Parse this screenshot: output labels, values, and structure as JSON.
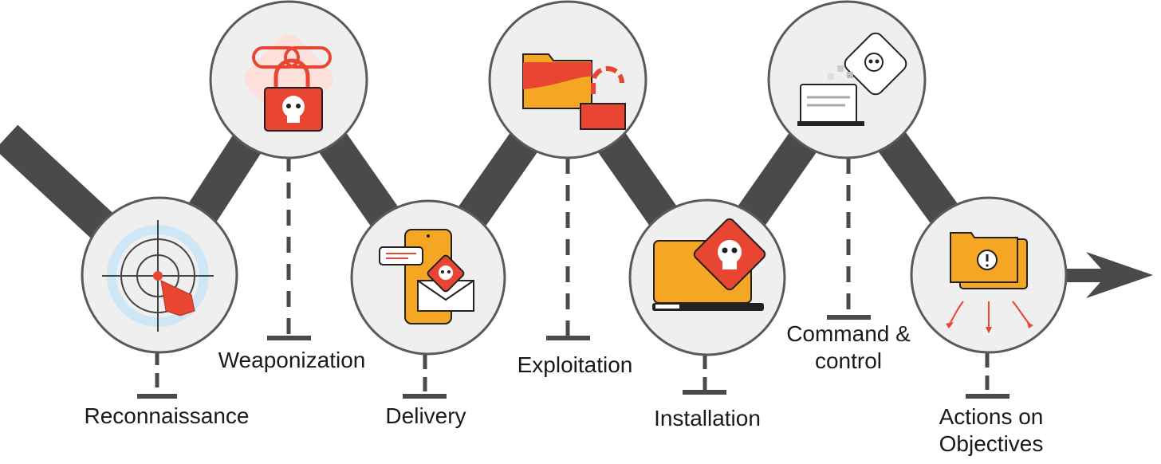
{
  "colors": {
    "path": "#4a4a4a",
    "circle_fill": "#efefef",
    "circle_stroke": "#5a5a5a",
    "red": "#e84533",
    "orange": "#f5a623",
    "label": "#1a1a1a"
  },
  "stages": [
    {
      "label": "Reconnaissance",
      "icon": "target-cursor-icon"
    },
    {
      "label": "Weaponization",
      "icon": "link-lock-skull-icon"
    },
    {
      "label": "Delivery",
      "icon": "phone-email-skull-icon"
    },
    {
      "label": "Exploitation",
      "icon": "folder-unlocked-icon"
    },
    {
      "label": "Installation",
      "icon": "laptop-skull-icon"
    },
    {
      "label": "Command &",
      "label2": "control",
      "icon": "laptop-skull-signal-icon"
    },
    {
      "label": "Actions on",
      "label2": "Objectives",
      "icon": "folder-alert-icon"
    }
  ]
}
